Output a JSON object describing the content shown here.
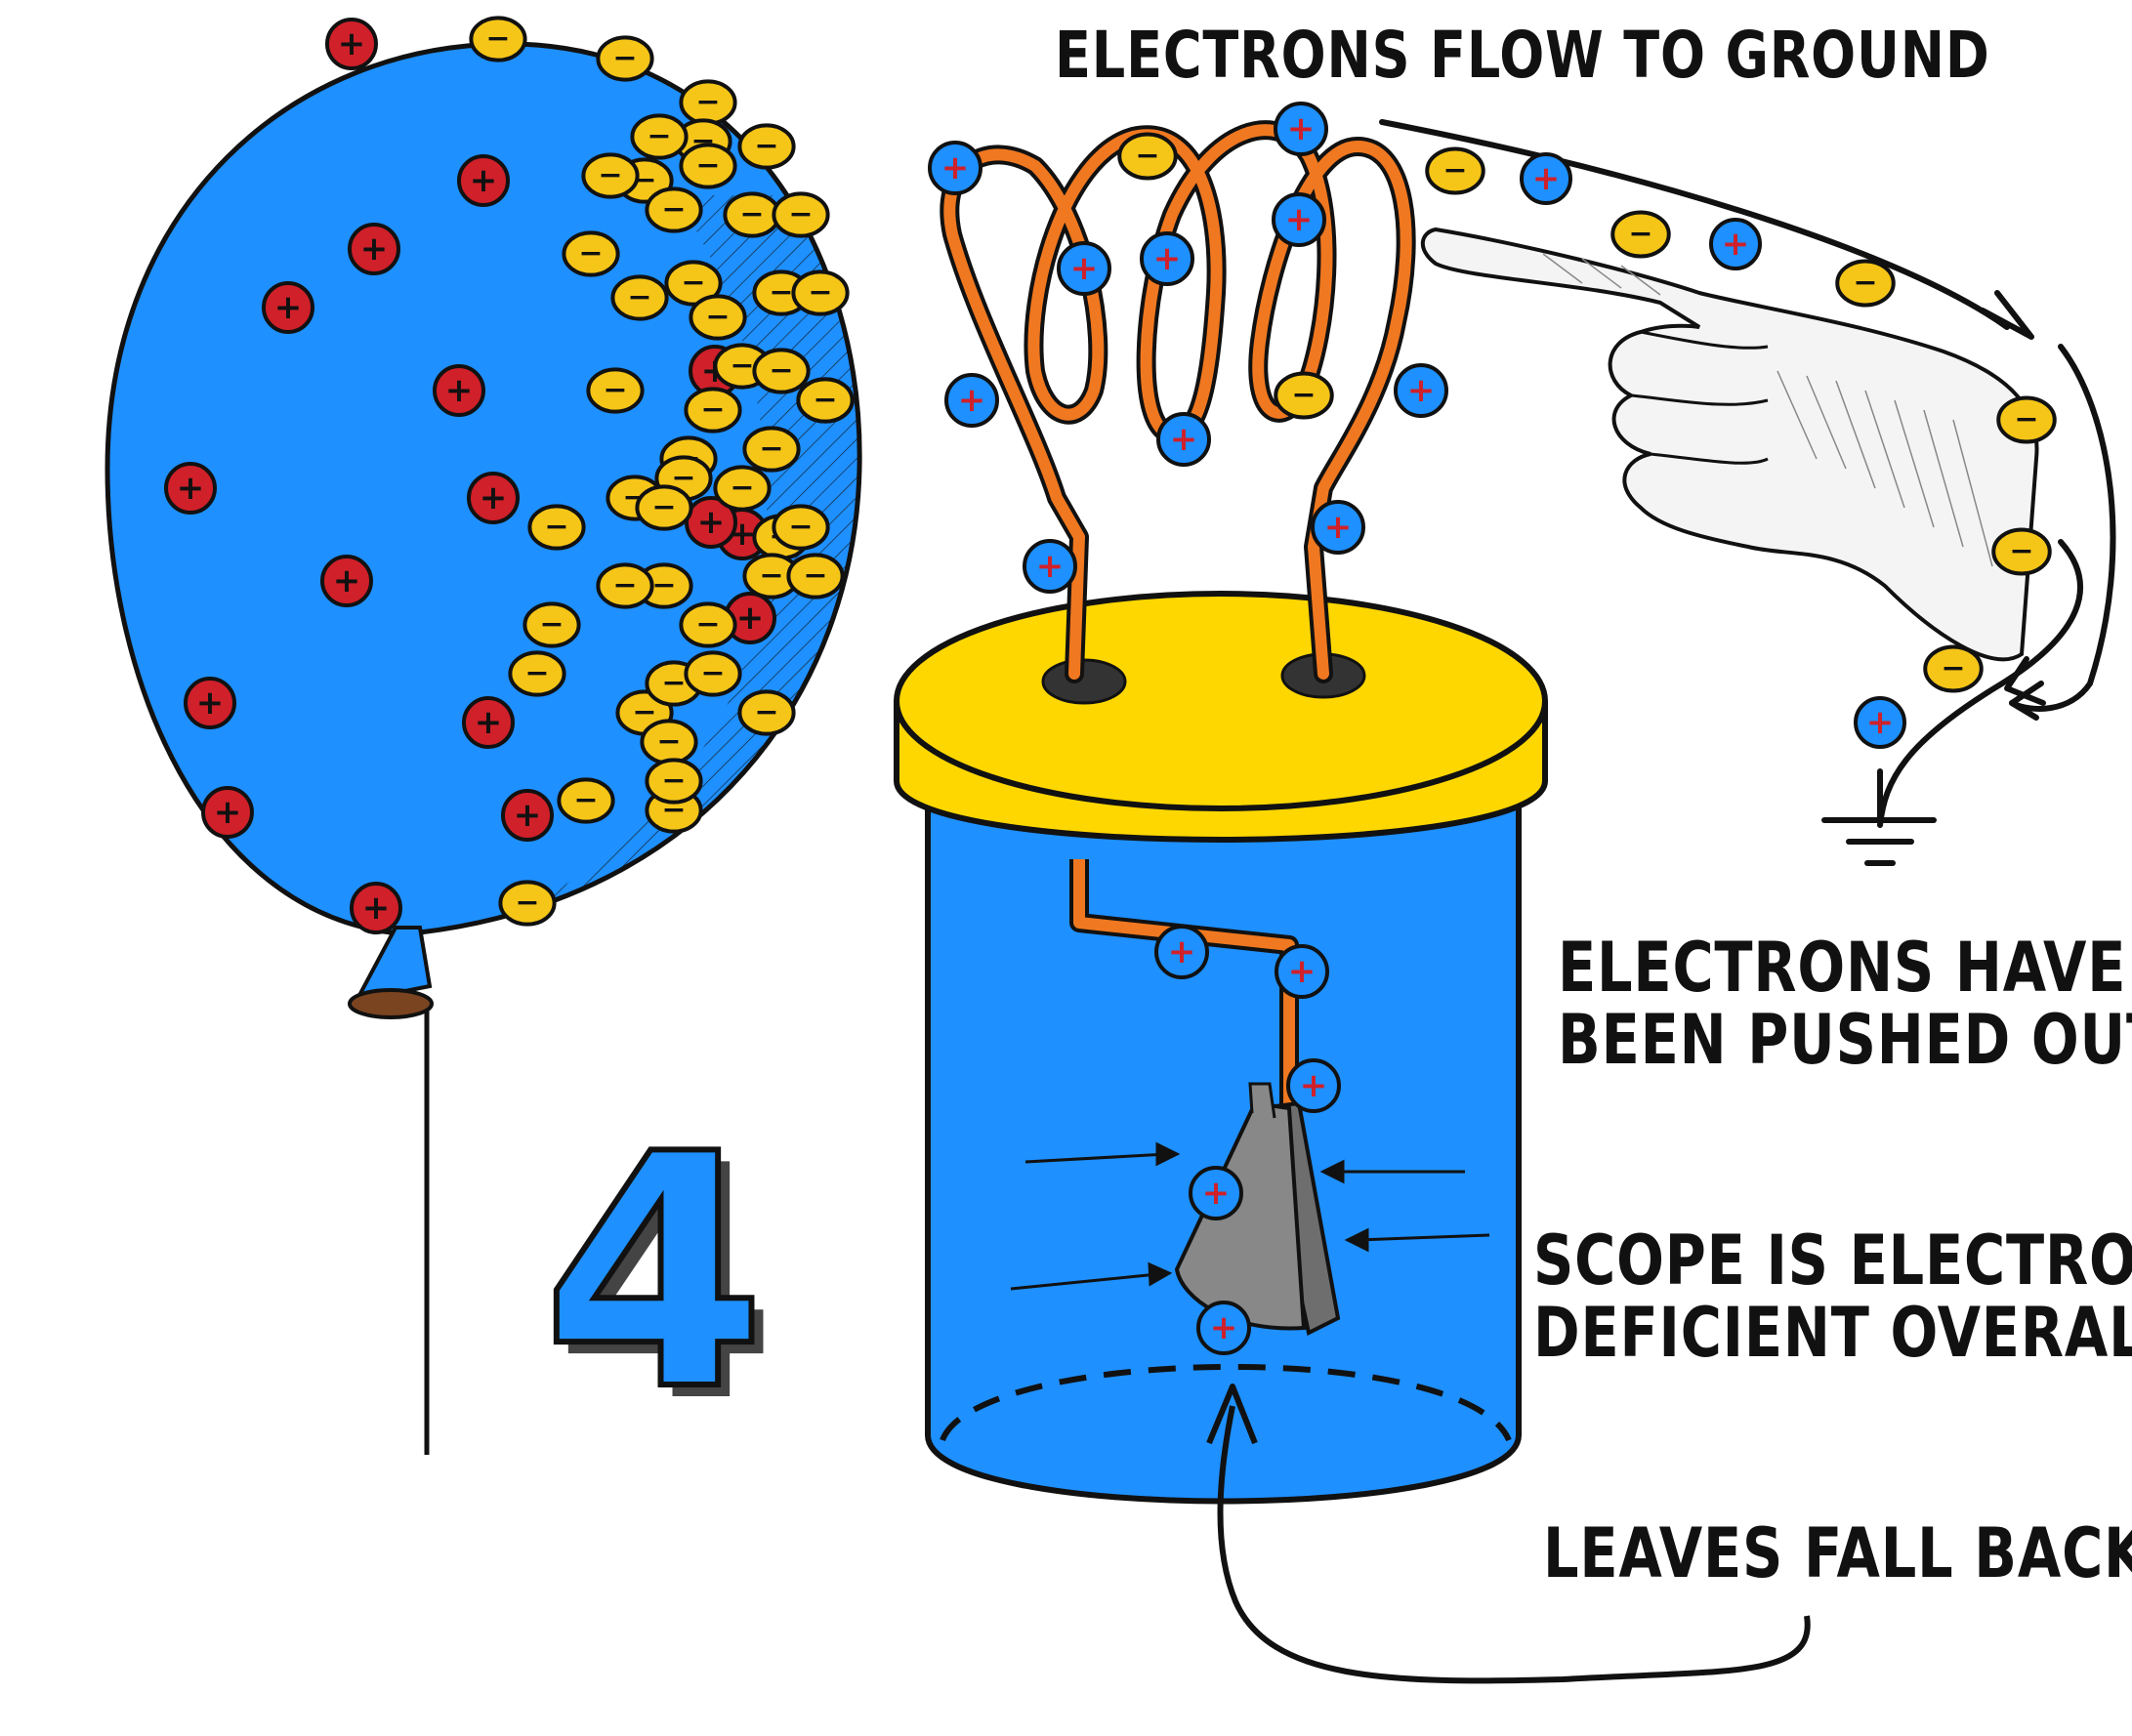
{
  "labels": {
    "flow": "ELECTRONS FLOW TO GROUND",
    "pushed_line1": "ELECTRONS HAVE",
    "pushed_line2": "BEEN PUSHED OUT,",
    "deficient_line1": "SCOPE IS ELECTRON",
    "deficient_line2": "DEFICIENT OVERALL",
    "leaves": "LEAVES FALL BACK.",
    "step_number": "4",
    "positive_sign": "+",
    "negative_sign": "−"
  },
  "colors": {
    "balloon": "#1E90FF",
    "jar": "#1E90FF",
    "lid": "#FFD700",
    "wire": "#F07820",
    "positive_charge": "#D0202A",
    "negative_charge": "#F5C518",
    "proton_on_conductor": "#1E90FF",
    "leaf": "#808080",
    "ink": "#111111"
  },
  "icons": {
    "ground": "ground-symbol-icon",
    "hand": "pointing-hand-icon",
    "leaves": "electroscope-leaves-icon"
  }
}
